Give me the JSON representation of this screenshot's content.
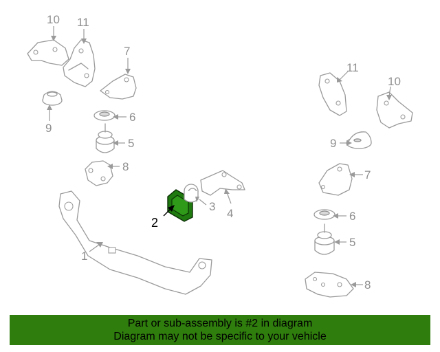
{
  "callouts": {
    "left_10": "10",
    "left_11": "11",
    "left_7": "7",
    "left_9": "9",
    "left_6": "6",
    "left_5": "5",
    "left_8": "8",
    "left_1": "1",
    "center_2": "2",
    "center_3": "3",
    "center_4": "4",
    "right_11": "11",
    "right_10": "10",
    "right_9": "9",
    "right_7": "7",
    "right_6": "6",
    "right_5": "5",
    "right_8": "8"
  },
  "highlighted_part": "2",
  "colors": {
    "highlight": "#2f9a19",
    "banner": "#2f7d0d",
    "callout": "#9a9a9a"
  },
  "banner": {
    "line1": "Part or sub-assembly is #2 in diagram",
    "line2": "Diagram may not be specific to your vehicle"
  }
}
